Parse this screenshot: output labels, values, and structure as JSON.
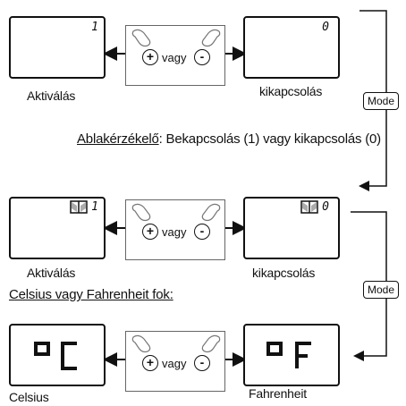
{
  "row1": {
    "left_digit": "1",
    "right_digit": "0",
    "plus": "+",
    "minus": "-",
    "or_text": "vagy",
    "left_caption": "Aktiválás",
    "right_caption": "kikapcsolás"
  },
  "mode_label": "Mode",
  "section1": {
    "heading": "Ablakérzékelő",
    "description": ": Bekapcsolás (1) vagy kikapcsolás (0)"
  },
  "row2": {
    "left_digit": "1",
    "right_digit": "0",
    "plus": "+",
    "minus": "-",
    "or_text": "vagy",
    "left_caption": "Aktiválás",
    "right_caption": "kikapcsolás"
  },
  "section2": {
    "heading": "Celsius vagy Fahrenheit fok:"
  },
  "row3": {
    "plus": "+",
    "minus": "-",
    "or_text": "vagy",
    "left_caption": "Celsius",
    "right_caption": "Fahrenheit"
  },
  "colors": {
    "line": "#111111",
    "hint_border": "#666666",
    "background": "#ffffff"
  }
}
